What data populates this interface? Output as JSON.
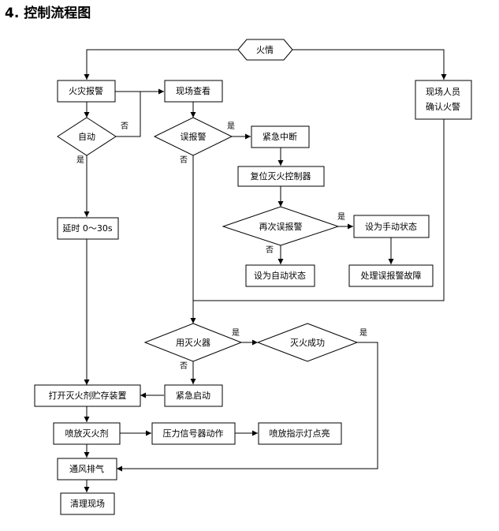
{
  "title": "4.  控制流程图",
  "nodes": {
    "fire": "火情",
    "alarm": "火灾报警",
    "inspect": "现场查看",
    "confirm_l1": "现场人员",
    "confirm_l2": "确认火警",
    "auto": "自动",
    "false_alarm": "误报警",
    "emergency_stop": "紧急中断",
    "reset": "复位灭火控制器",
    "again_false": "再次误报警",
    "set_manual": "设为手动状态",
    "set_auto": "设为自动状态",
    "handle_fault": "处理误报警故障",
    "delay": "延时 0～30s",
    "use_extinguisher": "用灭火器",
    "success": "灭火成功",
    "open_storage": "打开灭火剂贮存装置",
    "emergency_start": "紧急启动",
    "spray": "喷放灭火剂",
    "pressure": "压力信号器动作",
    "indicator": "喷放指示灯点亮",
    "ventilate": "通风排气",
    "clean": "清理现场"
  },
  "edge_labels": {
    "no": "否",
    "yes": "是"
  }
}
